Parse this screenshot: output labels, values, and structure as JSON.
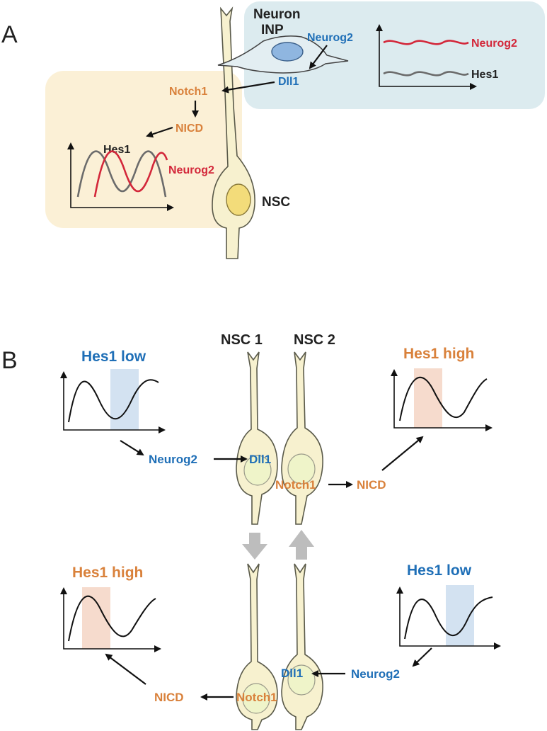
{
  "panels": {
    "a": {
      "letter": "A",
      "neuron_label": "Neuron",
      "inp_label": "INP",
      "nsc_label": "NSC",
      "inp_genes": {
        "neurog2": "Neurog2",
        "dll1": "Dll1"
      },
      "nsc_genes": {
        "notch1": "Notch1",
        "nicd": "NICD",
        "hes1": "Hes1",
        "neurog2": "Neurog2"
      },
      "inp_plot_legend": {
        "neurog2": "Neurog2",
        "hes1": "Hes1"
      }
    },
    "b": {
      "letter": "B",
      "nsc1_label": "NSC 1",
      "nsc2_label": "NSC 2",
      "top": {
        "left_plot_title": "Hes1 low",
        "right_plot_title": "Hes1 high",
        "neurog2": "Neurog2",
        "dll1": "Dll1",
        "notch1": "Notch1",
        "nicd": "NICD"
      },
      "bottom": {
        "left_plot_title": "Hes1 high",
        "right_plot_title": "Hes1 low",
        "neurog2": "Neurog2",
        "dll1": "Dll1",
        "notch1": "Notch1",
        "nicd": "NICD"
      }
    }
  },
  "colors": {
    "dll1_neurog2_blue": "#1f6fb7",
    "notch_orange": "#d9813b",
    "neurog2_red": "#d3273a",
    "hes1_gray": "#6b6b6b",
    "inp_region": "#dcebef",
    "nsc_region": "#fbf0d6",
    "low_window": "#d3e2f1",
    "high_window": "#f6dbcd",
    "transition_arrow": "#bdbdbd"
  }
}
